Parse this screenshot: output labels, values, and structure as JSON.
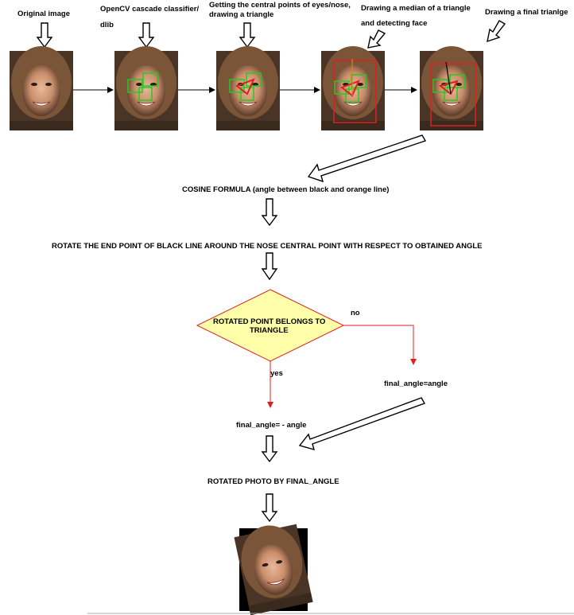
{
  "steps": {
    "original": "Original image",
    "opencv_line1": "OpenCV cascade classifier/",
    "opencv_line2": "dlib",
    "central_line1": "Getting the central points of eyes/nose,",
    "central_line2": "drawing a triangle",
    "median_line1": "Drawing a median of a triangle",
    "median_line2": "and detecting face",
    "final_triangle": "Drawing a final trianlge"
  },
  "flow": {
    "cosine": "COSINE FORMULA (angle between black and orange line)",
    "rotate": "ROTATE THE END POINT OF BLACK LINE  AROUND THE NOSE CENTRAL POINT WITH RESPECT TO OBTAINED ANGLE",
    "decision_line1": "ROTATED POINT BELONGS TO",
    "decision_line2": "TRIANGLE",
    "no_label": "no",
    "yes_label": "yes",
    "final_pos": "final_angle=angle",
    "final_neg": "final_angle= - angle",
    "rotated": "ROTATED PHOTO BY FINAL_ANGLE"
  },
  "colors": {
    "decision_fill": "#ffffaa",
    "decision_stroke": "#e02020",
    "face_box": "#e02020",
    "eye_box": "#22cc22",
    "triangle": "#e02020",
    "median": "#e08020"
  }
}
